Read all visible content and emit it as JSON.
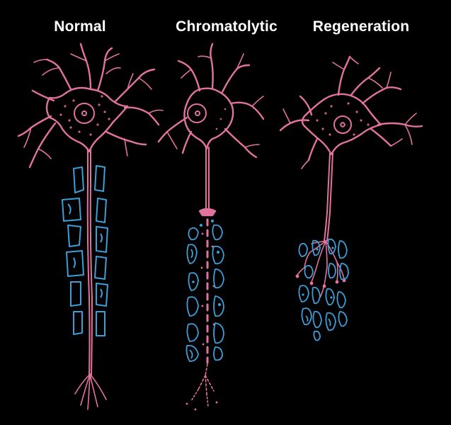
{
  "titles": {
    "normal": "Normal",
    "chromatolytic": "Chromatolytic",
    "regeneration": "Regeneration"
  },
  "colors": {
    "background": "#000000",
    "neuron": "#e2739d",
    "schwann_cell": "#3d9fd8",
    "title_text": "#ffffff"
  },
  "panels": [
    {
      "id": "normal",
      "neuron": "intact axon with Schwann cell sheath and terminal branches"
    },
    {
      "id": "chromatolytic",
      "neuron": "soma with eccentric nucleus, degenerating fragmented axon"
    },
    {
      "id": "regeneration",
      "neuron": "axon sprouts growing into Schwann cell bands"
    }
  ]
}
